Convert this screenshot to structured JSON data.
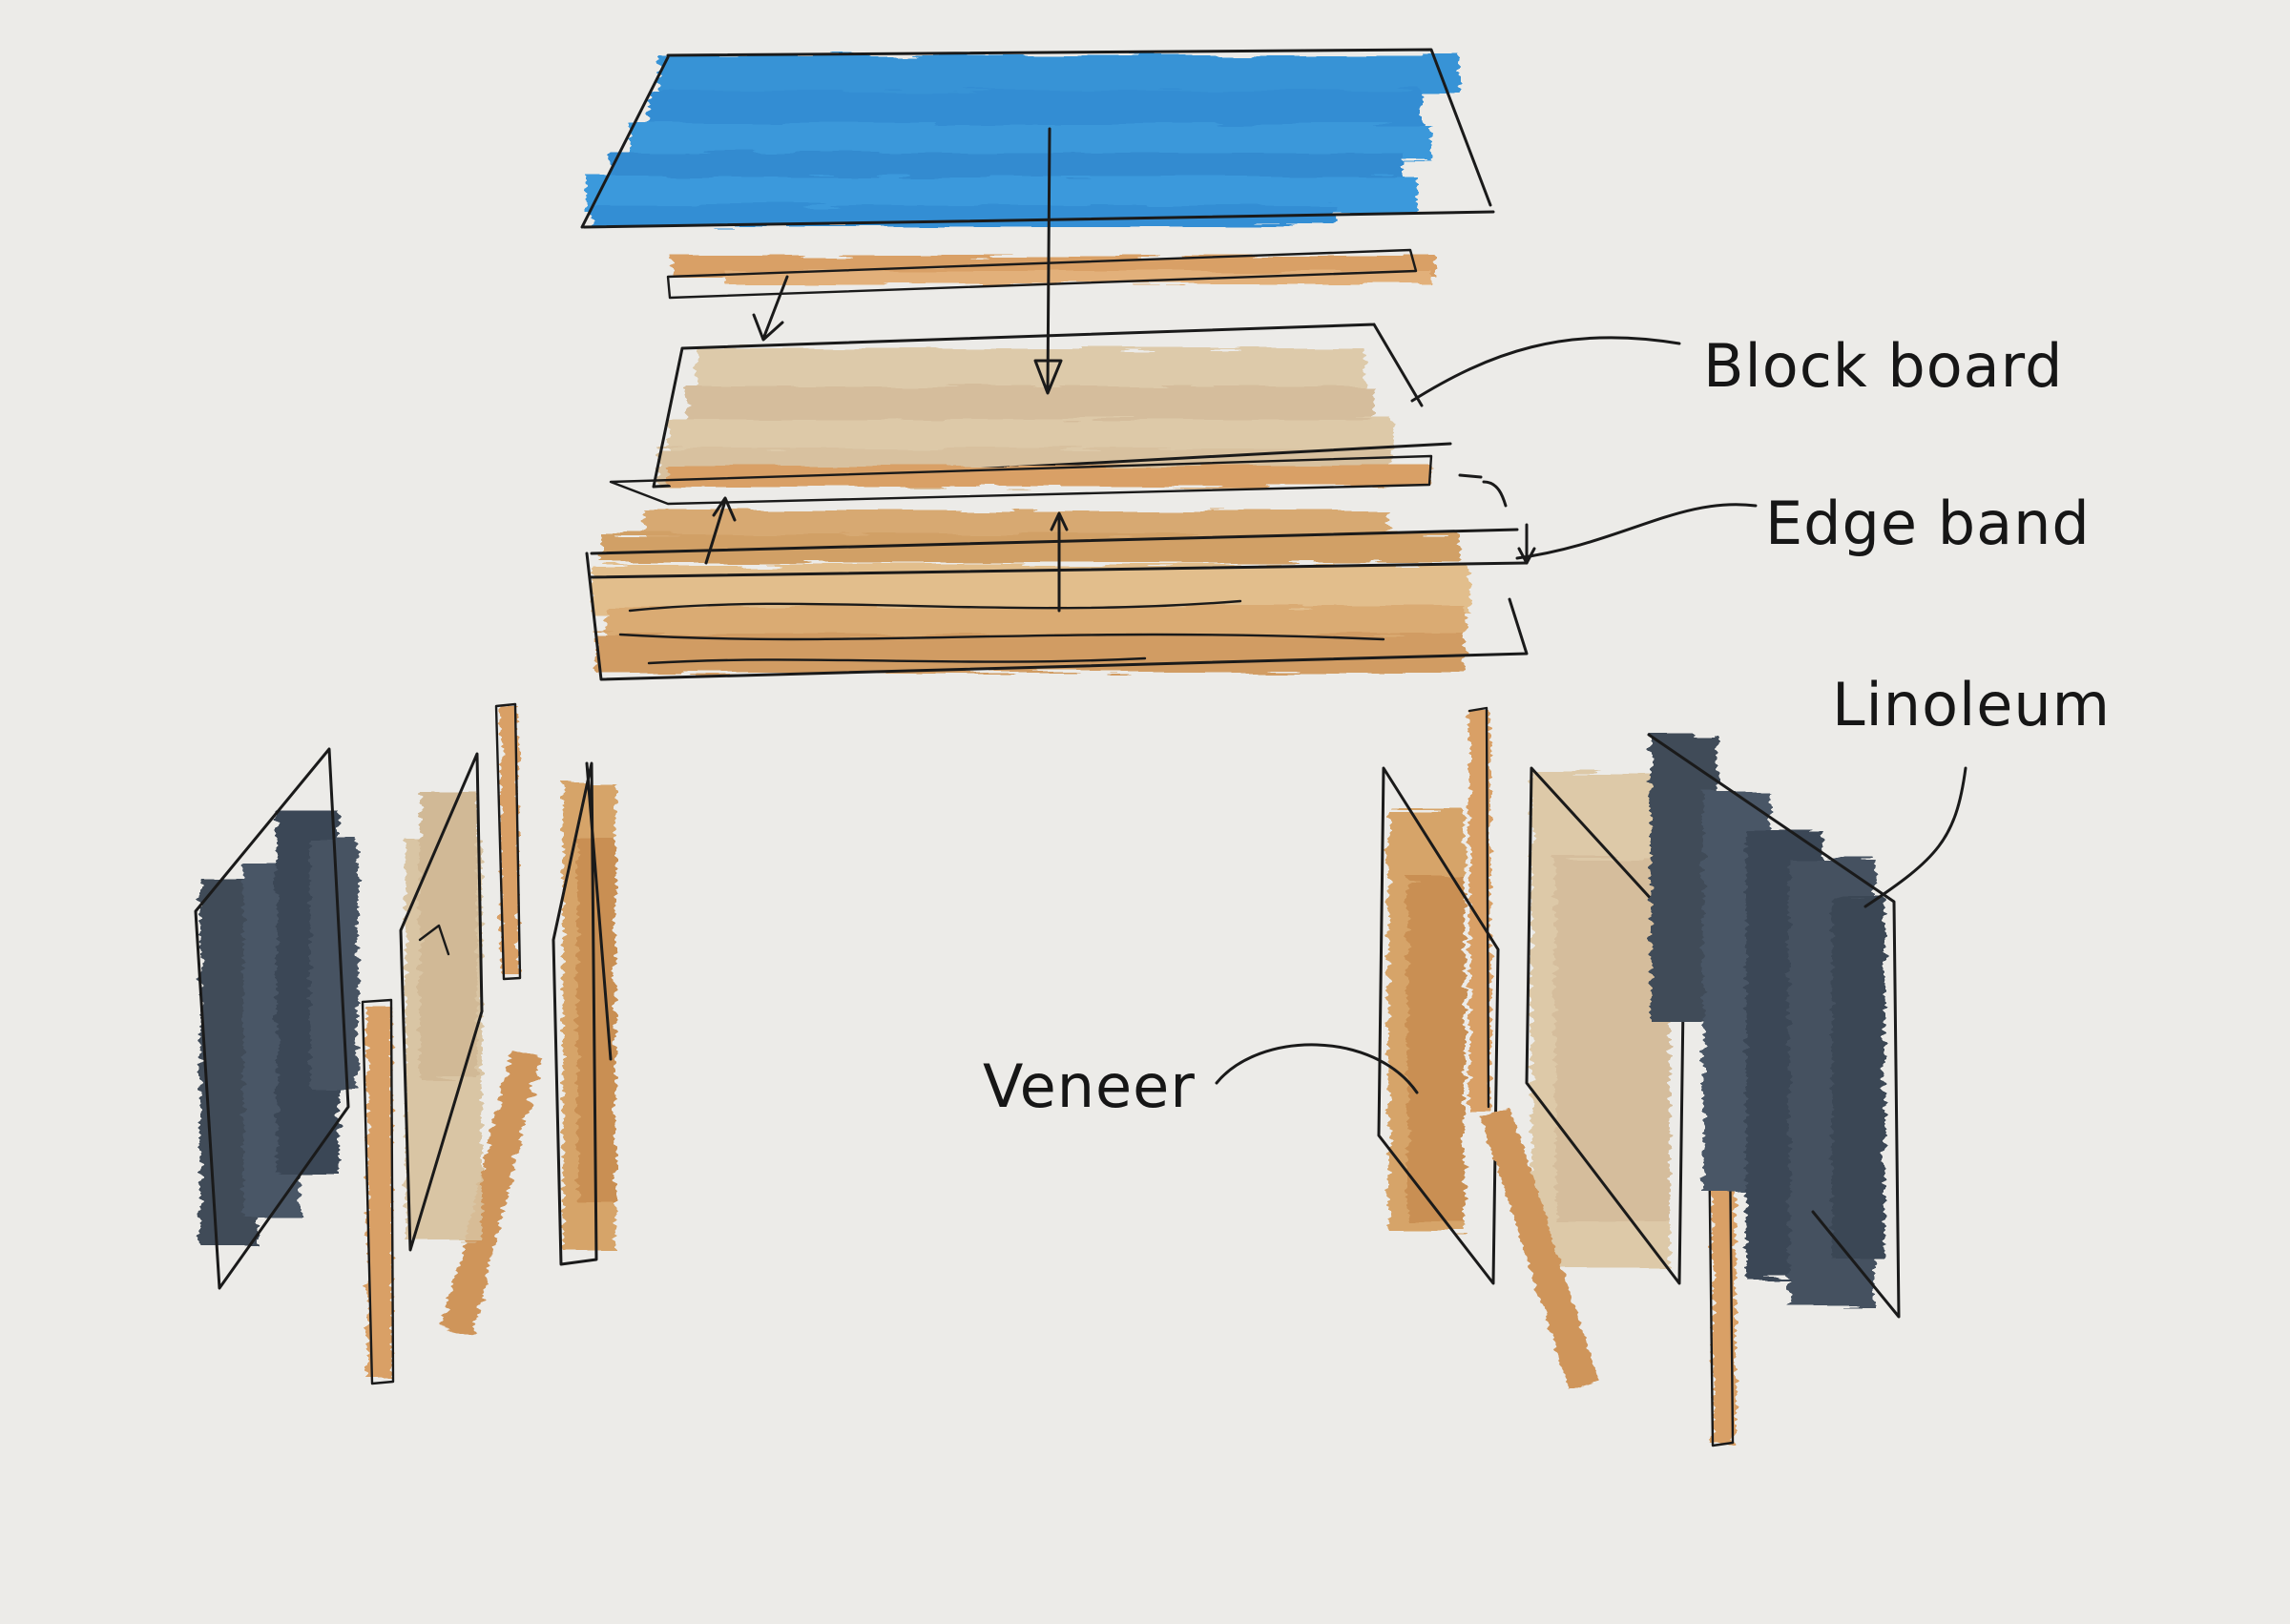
{
  "labels": {
    "block_board": "Block board",
    "edge_band": "Edge band",
    "linoleum": "Linoleum",
    "veneer": "Veneer"
  },
  "colors": {
    "paper": "#ecebe8",
    "linoleum_blue": "#2e8fd6",
    "linoleum_dark": "#3f4b59",
    "edge_band": "#d9a066",
    "block_board": "#dcc7a4",
    "veneer": "#d6a469",
    "ink": "#1a1a1a"
  }
}
